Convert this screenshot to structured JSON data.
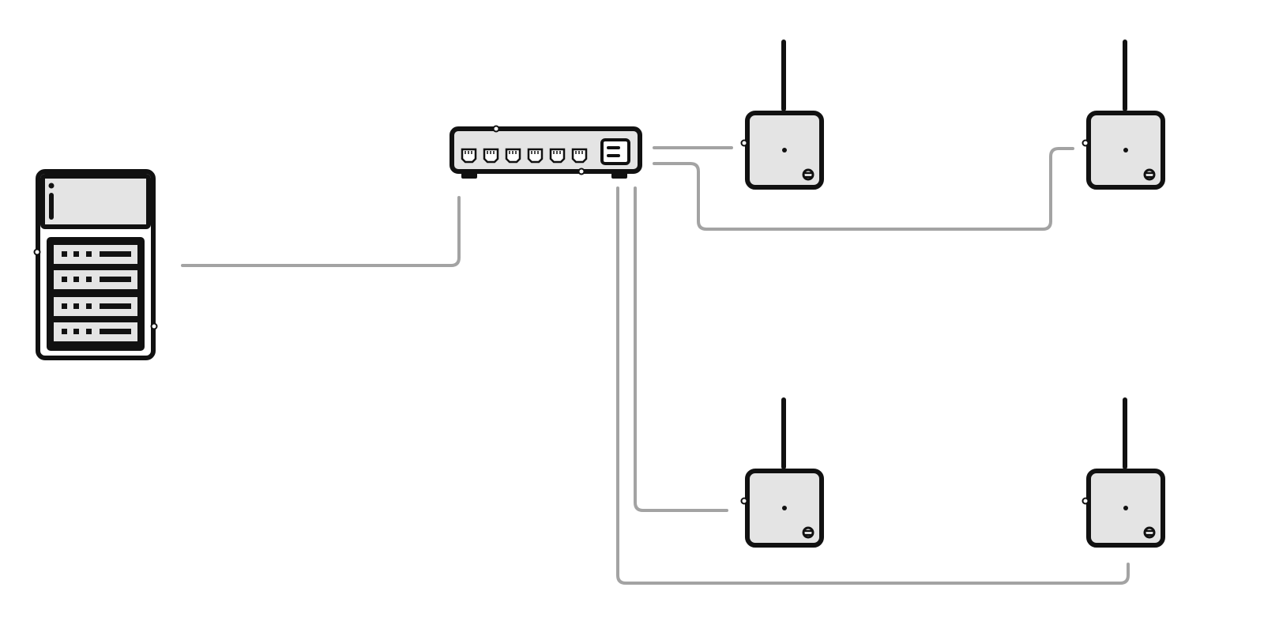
{
  "diagram": {
    "type": "network-topology",
    "nodes": [
      {
        "id": "server",
        "kind": "server-rack",
        "icon": "server-rack-icon"
      },
      {
        "id": "switch",
        "kind": "network-switch",
        "icon": "network-switch-icon",
        "ports": 6
      },
      {
        "id": "ap1",
        "kind": "wireless-access-point",
        "icon": "access-point-icon"
      },
      {
        "id": "ap2",
        "kind": "wireless-access-point",
        "icon": "access-point-icon"
      },
      {
        "id": "ap3",
        "kind": "wireless-access-point",
        "icon": "access-point-icon"
      },
      {
        "id": "ap4",
        "kind": "wireless-access-point",
        "icon": "access-point-icon"
      }
    ],
    "links": [
      {
        "from": "server",
        "to": "switch"
      },
      {
        "from": "switch",
        "to": "ap1"
      },
      {
        "from": "switch",
        "to": "ap2"
      },
      {
        "from": "switch",
        "to": "ap3"
      },
      {
        "from": "switch",
        "to": "ap4"
      }
    ],
    "colors": {
      "outline": "#111111",
      "fill": "#e4e4e4",
      "link": "#a3a3a3",
      "background": "#ffffff"
    }
  }
}
